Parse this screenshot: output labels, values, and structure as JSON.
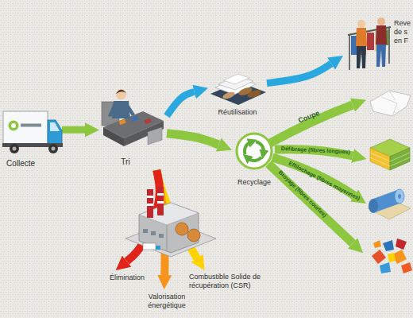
{
  "diagram": {
    "nodes": [
      {
        "text": [
          "Collecte"
        ]
      },
      {
        "text": [
          "Tri"
        ]
      },
      {
        "text": [
          "Réutilisation"
        ]
      },
      {
        "text": [
          "Reve de s en F"
        ]
      },
      {
        "text": [
          "Recyclage"
        ]
      },
      {
        "text": [
          "Élimination"
        ]
      },
      {
        "text": [
          "Valorisation énergétique"
        ]
      },
      {
        "text": [
          "Combustible Solide de récupération (CSR)"
        ]
      }
    ],
    "edges": [
      {
        "from": 0,
        "to": 1,
        "arrow": "to"
      },
      {
        "from": 1,
        "to": 2,
        "arrow": "to"
      },
      {
        "from": 2,
        "to": 3,
        "arrow": "to"
      },
      {
        "from": 1,
        "to": 4,
        "arrow": "to"
      },
      {
        "from": 1,
        "to": 5,
        "arrow": "to"
      },
      {
        "from": 1,
        "to": 6,
        "arrow": "to"
      },
      {
        "from": 1,
        "to": 7,
        "arrow": "to"
      }
    ],
    "labels": [
      "Coupe",
      "Défibrage (fibres longues)",
      "Effilochage (fibres moyennes)",
      "Broyage (fibres courtes)"
    ]
  }
}
